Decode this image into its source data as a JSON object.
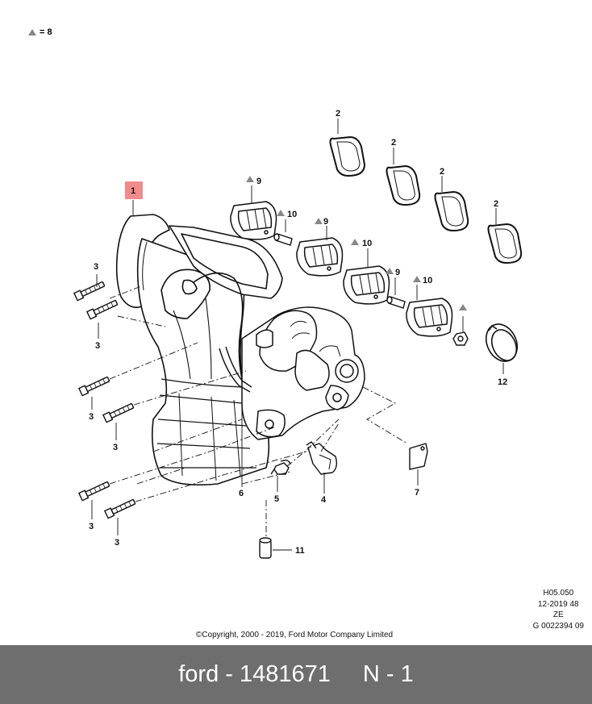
{
  "legend": {
    "symbol": "triangle",
    "text": "= 8"
  },
  "callouts": {
    "c1": "1",
    "c2": "2",
    "c3": "3",
    "c4": "4",
    "c5": "5",
    "c6": "6",
    "c7": "7",
    "c9": "9",
    "c10": "10",
    "c11": "11",
    "c12": "12"
  },
  "meta": {
    "line1": "H05.050",
    "line2": "12-2019 48",
    "line3": "ZE",
    "line4": "G 0022394 09"
  },
  "copyright": "©Copyright, 2000 - 2019, Ford Motor Company Limited",
  "footer": {
    "brand_part": "ford - 1481671",
    "quantity": "N - 1"
  },
  "colors": {
    "highlight": "#f28b8b",
    "footer_bg": "#6e6e6e",
    "marker": "#888888"
  }
}
